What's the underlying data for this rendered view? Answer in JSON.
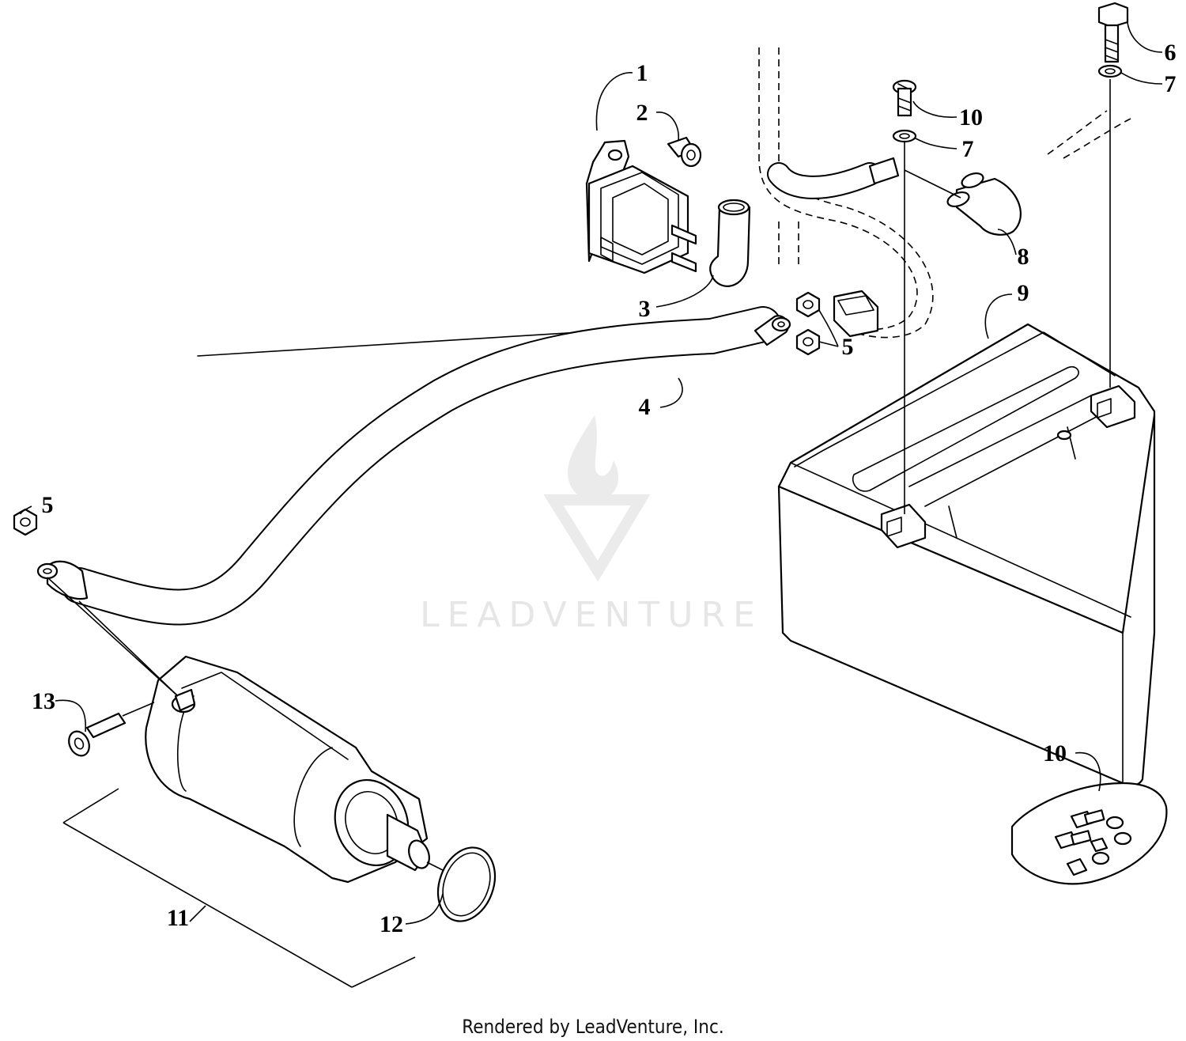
{
  "callouts": {
    "c1": "1",
    "c2": "2",
    "c3": "3",
    "c4": "4",
    "c5a": "5",
    "c5b": "5",
    "c6": "6",
    "c7a": "7",
    "c7b": "7",
    "c8": "8",
    "c9": "9",
    "c10a": "10",
    "c10b": "10",
    "c11": "11",
    "c12": "12",
    "c13": "13"
  },
  "watermark": {
    "text": "LEADVENTURE"
  },
  "footer": {
    "text": "Rendered by LeadVenture, Inc."
  },
  "colors": {
    "line": "#000000",
    "background": "#ffffff",
    "watermark": "#e6e6e6"
  }
}
